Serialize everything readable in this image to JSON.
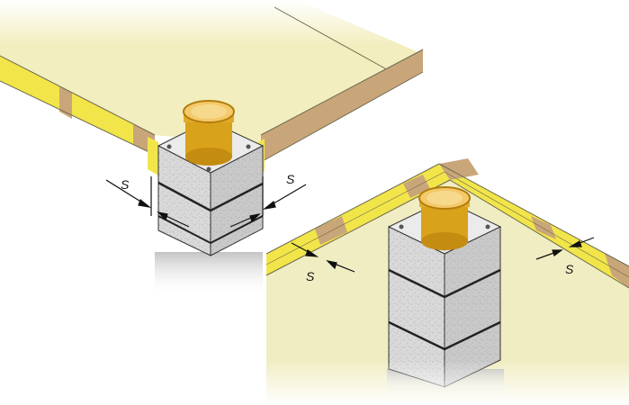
{
  "labels": {
    "top_left_s": "S",
    "top_right_s": "S",
    "bottom_left_s": "S",
    "bottom_right_s": "S"
  },
  "colors": {
    "ceiling": "#f3eebf",
    "ceiling_side": "#e7dfa4",
    "wood": "#c9a679",
    "wood_dark": "#a98557",
    "insulation": "#f1e54a",
    "insulation_dark": "#d8c92c",
    "block_front": "#d9d9d9",
    "block_side": "#c5c5c5",
    "block_top": "#ebebeb",
    "pipe_gold": "#d9a21b",
    "pipe_light": "#f4c96a",
    "wall": "#f0edc3"
  },
  "icons": [
    "chimney-block",
    "flue-pipe",
    "dimension-arrow"
  ]
}
